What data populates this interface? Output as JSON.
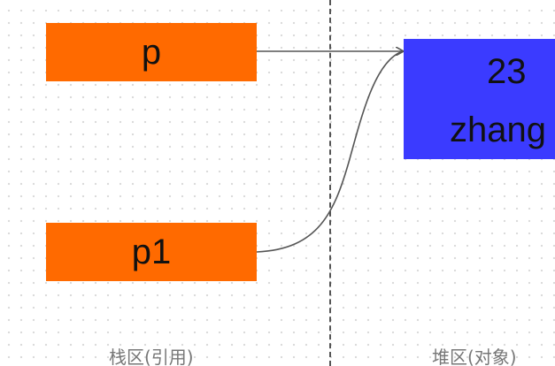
{
  "references": [
    {
      "label": "p"
    },
    {
      "label": "p1"
    }
  ],
  "object": {
    "age": "23",
    "name": "zhang"
  },
  "captions": {
    "stack": "栈区(引用)",
    "heap": "堆区(对象)"
  },
  "colors": {
    "reference_box": "#ff6a00",
    "object_box": "#3b3bff",
    "arrow": "#555555"
  }
}
